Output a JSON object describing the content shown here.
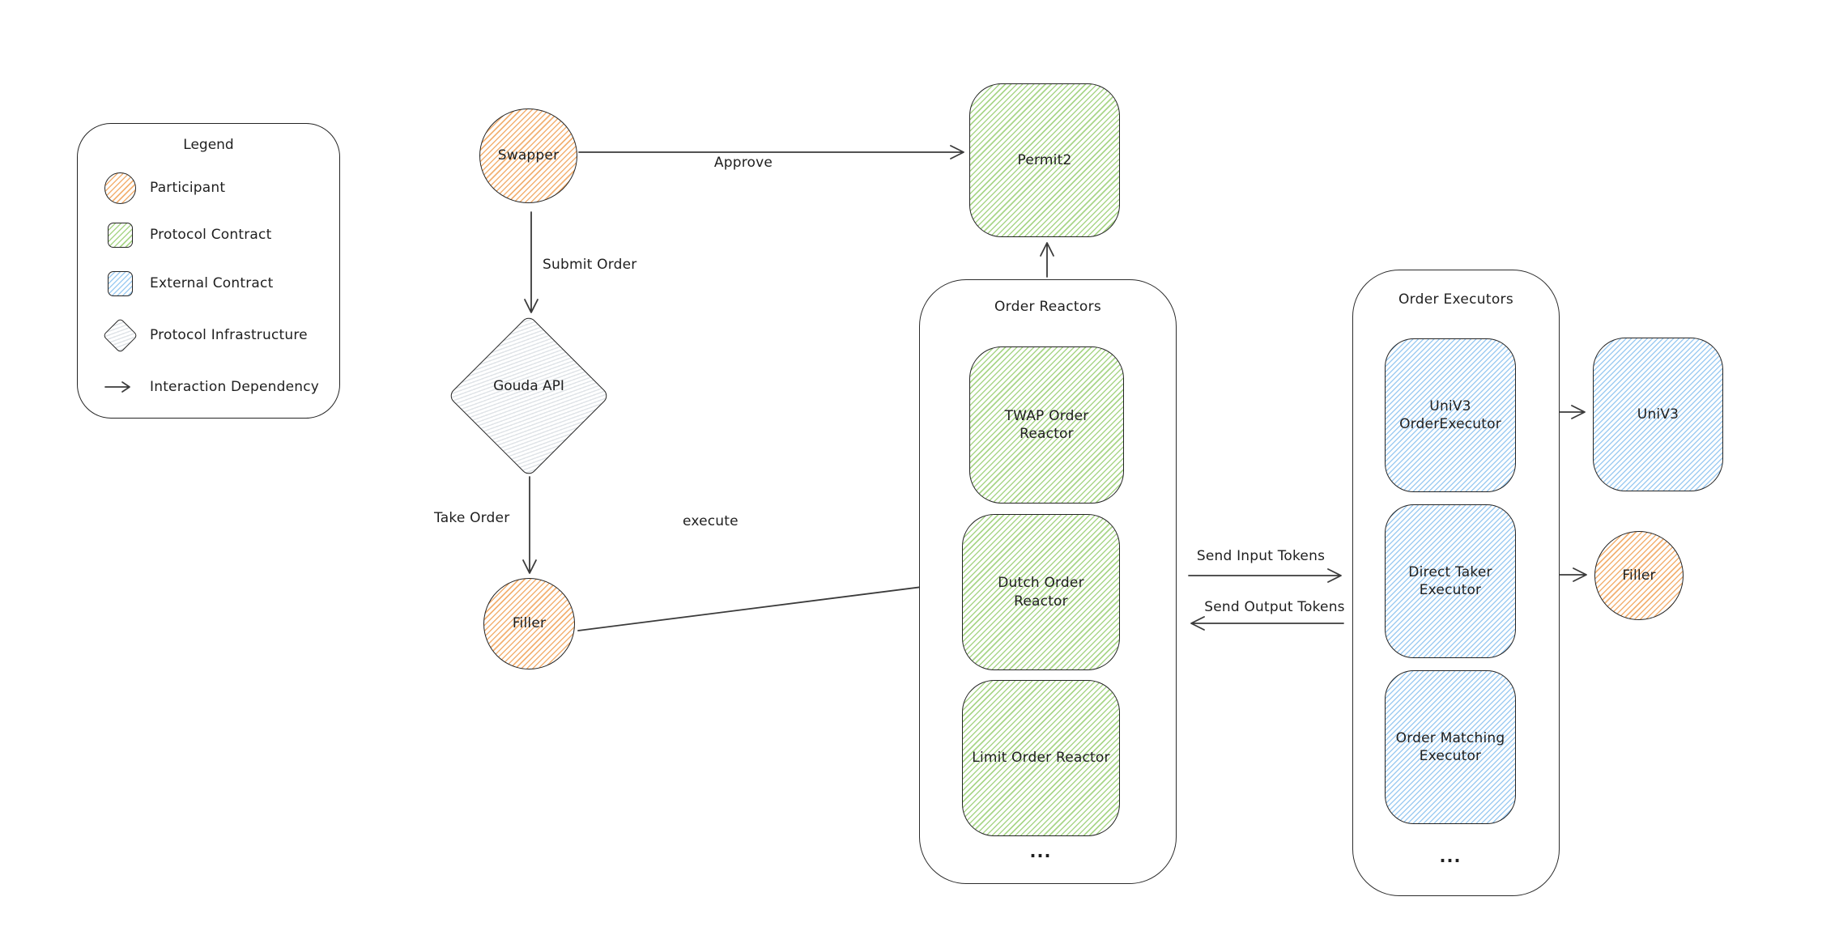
{
  "legend": {
    "title": "Legend",
    "items": [
      {
        "label": "Participant",
        "swatch": "participant-circle",
        "color": "#f3b172"
      },
      {
        "label": "Protocol Contract",
        "swatch": "protocol-contract-square",
        "color": "#a9d689"
      },
      {
        "label": "External Contract",
        "swatch": "external-contract-square",
        "color": "#9fccf2"
      },
      {
        "label": "Protocol Infrastructure",
        "swatch": "protocol-infrastructure-diamond",
        "color": "#e0e4e8"
      },
      {
        "label": "Interaction Dependency",
        "swatch": "dependency-arrow",
        "color": "#3b3b3b"
      }
    ]
  },
  "nodes": {
    "swapper": {
      "label": "Swapper",
      "type": "participant"
    },
    "permit2": {
      "label": "Permit2",
      "type": "protocol-contract"
    },
    "gouda_api": {
      "label": "Gouda API",
      "type": "protocol-infrastructure"
    },
    "filler": {
      "label": "Filler",
      "type": "participant"
    },
    "twap_order_reactor": {
      "label": "TWAP Order Reactor",
      "type": "protocol-contract"
    },
    "dutch_order_reactor": {
      "label": "Dutch Order Reactor",
      "type": "protocol-contract"
    },
    "limit_order_reactor": {
      "label": "Limit Order Reactor",
      "type": "protocol-contract"
    },
    "univ3_order_executor": {
      "label": "UniV3 OrderExecutor",
      "type": "external-contract"
    },
    "direct_taker_executor": {
      "label": "Direct Taker Executor",
      "type": "external-contract"
    },
    "order_matching_executor": {
      "label": "Order Matching Executor",
      "type": "external-contract"
    },
    "univ3": {
      "label": "UniV3",
      "type": "external-contract"
    },
    "filler_right": {
      "label": "Filler",
      "type": "participant"
    }
  },
  "containers": {
    "order_reactors": {
      "title": "Order Reactors",
      "ellipsis": "..."
    },
    "order_executors": {
      "title": "Order Executors",
      "ellipsis": "..."
    }
  },
  "edges": {
    "approve": {
      "label": "Approve",
      "from": "Swapper",
      "to": "Permit2"
    },
    "submit_order": {
      "label": "Submit Order",
      "from": "Swapper",
      "to": "Gouda API"
    },
    "take_order": {
      "label": "Take Order",
      "from": "Gouda API",
      "to": "Filler"
    },
    "execute": {
      "label": "execute",
      "from": "Filler",
      "to": "Dutch Order Reactor"
    },
    "reactors_to_permit2": {
      "from": "Order Reactors",
      "to": "Permit2"
    },
    "send_input_tokens": {
      "label": "Send Input Tokens",
      "from": "Order Reactors",
      "to": "Order Executors"
    },
    "send_output_tokens": {
      "label": "Send Output Tokens",
      "from": "Order Executors",
      "to": "Order Reactors"
    },
    "univ3_executor_to_univ3": {
      "from": "UniV3 OrderExecutor",
      "to": "UniV3"
    },
    "direct_taker_to_filler": {
      "from": "Direct Taker Executor",
      "to": "Filler"
    }
  },
  "colors": {
    "ink": "#1f1f1f",
    "arrow": "#3b3b3b",
    "participant_fill": "#f3b172",
    "protocol_contract_fill": "#a9d689",
    "external_contract_fill": "#9fccf2",
    "infrastructure_fill": "#e0e4e8",
    "background": "#ffffff"
  }
}
